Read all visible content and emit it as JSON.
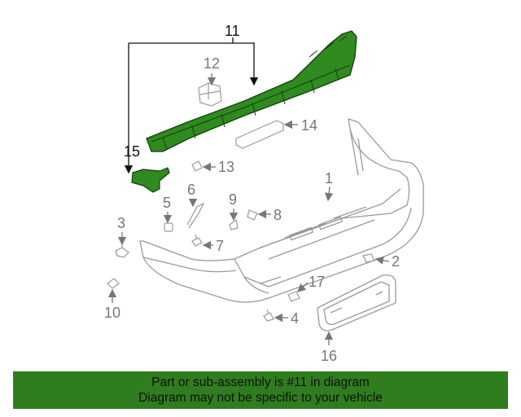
{
  "callouts": {
    "c1": "1",
    "c2": "2",
    "c3": "3",
    "c4": "4",
    "c5": "5",
    "c6": "6",
    "c7": "7",
    "c8": "8",
    "c9": "9",
    "c10": "10",
    "c11": "11",
    "c12": "12",
    "c13": "13",
    "c14": "14",
    "c15": "15",
    "c16": "16",
    "c17": "17"
  },
  "banner": {
    "line1": "Part or sub-assembly is #11 in diagram",
    "line2": "Diagram may not be specific to your vehicle"
  },
  "colors": {
    "highlight": "#2f8a1f",
    "outline": "#999999",
    "banner": "#2f7d1e"
  }
}
